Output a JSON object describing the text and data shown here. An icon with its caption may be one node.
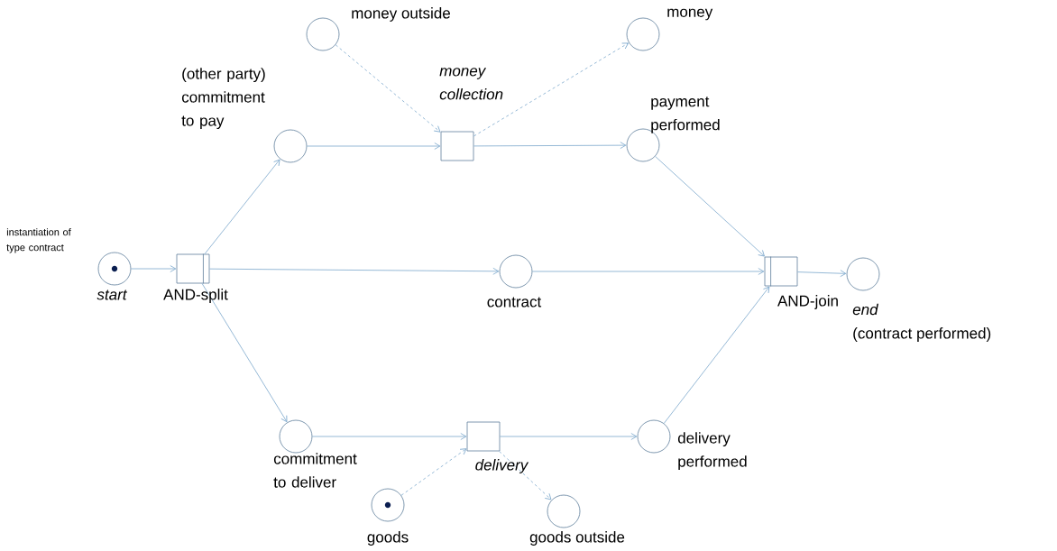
{
  "diagram": {
    "nodes": [
      {
        "text": [],
        "shape": "circle",
        "beside": [
          "instantiation of type contract",
          "start"
        ]
      },
      {
        "text": [],
        "shape": "box",
        "beside": [
          "AND-split"
        ]
      },
      {
        "text": [],
        "shape": "circle",
        "beside": [
          "(other party) commitment to pay"
        ]
      },
      {
        "text": [],
        "shape": "circle",
        "beside": [
          "money outside"
        ]
      },
      {
        "text": [],
        "shape": "box",
        "beside": [
          "money collection"
        ]
      },
      {
        "text": [],
        "shape": "circle",
        "beside": [
          "money"
        ]
      },
      {
        "text": [],
        "shape": "circle",
        "beside": [
          "payment performed"
        ]
      },
      {
        "text": [],
        "shape": "circle",
        "beside": [
          "contract"
        ]
      },
      {
        "text": [],
        "shape": "box",
        "beside": [
          "AND-join"
        ]
      },
      {
        "text": [],
        "shape": "circle",
        "beside": [
          "end",
          "(contract performed)"
        ]
      },
      {
        "text": [],
        "shape": "circle",
        "beside": [
          "commitment to deliver"
        ]
      },
      {
        "text": [],
        "shape": "box",
        "beside": [
          "delivery"
        ]
      },
      {
        "text": [],
        "shape": "circle",
        "beside": [
          "delivery performed"
        ]
      },
      {
        "text": [],
        "shape": "circle",
        "beside": [
          "goods"
        ]
      },
      {
        "text": [],
        "shape": "circle",
        "beside": [
          "goods outside"
        ]
      }
    ],
    "edges": [
      {
        "from": 0,
        "to": 1,
        "arrow": "to"
      },
      {
        "from": 1,
        "to": 2,
        "arrow": "to"
      },
      {
        "from": 1,
        "to": 7,
        "arrow": "to"
      },
      {
        "from": 1,
        "to": 10,
        "arrow": "to"
      },
      {
        "from": 2,
        "to": 4,
        "arrow": "to"
      },
      {
        "from": 3,
        "to": 4,
        "arrow": "to",
        "style": "dashed"
      },
      {
        "from": 4,
        "to": 5,
        "arrow": "to",
        "style": "dashed"
      },
      {
        "from": 4,
        "to": 6,
        "arrow": "to"
      },
      {
        "from": 6,
        "to": 8,
        "arrow": "to"
      },
      {
        "from": 7,
        "to": 8,
        "arrow": "to"
      },
      {
        "from": 12,
        "to": 8,
        "arrow": "to"
      },
      {
        "from": 8,
        "to": 9,
        "arrow": "to"
      },
      {
        "from": 10,
        "to": 11,
        "arrow": "to"
      },
      {
        "from": 13,
        "to": 11,
        "arrow": "to",
        "style": "dashed"
      },
      {
        "from": 11,
        "to": 14,
        "arrow": "to",
        "style": "dashed"
      },
      {
        "from": 11,
        "to": 12,
        "arrow": "to"
      }
    ]
  }
}
